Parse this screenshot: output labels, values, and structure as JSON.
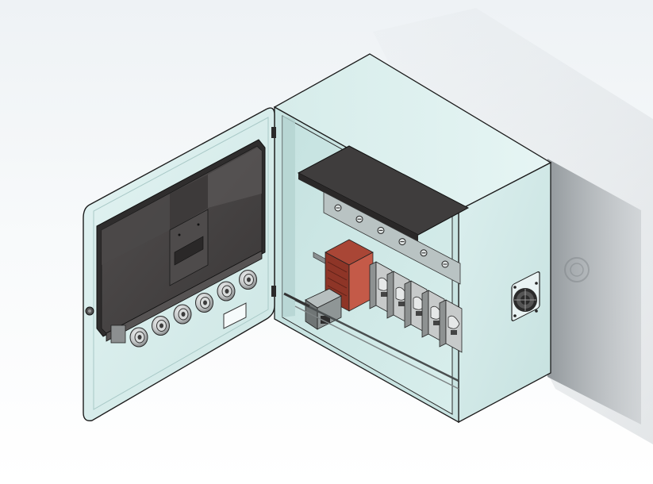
{
  "scene": {
    "subject": "electrical-enclosure-with-open-door",
    "colors": {
      "background_top": "#f4f7f9",
      "background_bottom": "#ffffff",
      "shadow": "#9ea4a8",
      "enclosure_face": "#d4ecea",
      "enclosure_face_dark": "#bcd9d7",
      "enclosure_side": "#cbe6e4",
      "enclosure_top": "#dff2f1",
      "edge": "#1c1c1c",
      "panel_dark": "#3a3838",
      "panel_mid": "#4c4a4a",
      "panel_light": "#6d6b6b",
      "gland": "#c9cccc",
      "gland_dark": "#7a7d7e",
      "relay_red": "#b94a3a",
      "breaker": "#bdbdbd"
    },
    "component_counts": {
      "door_cable_glands": 6,
      "din_breakers": 5,
      "top_terminals": 6
    }
  }
}
